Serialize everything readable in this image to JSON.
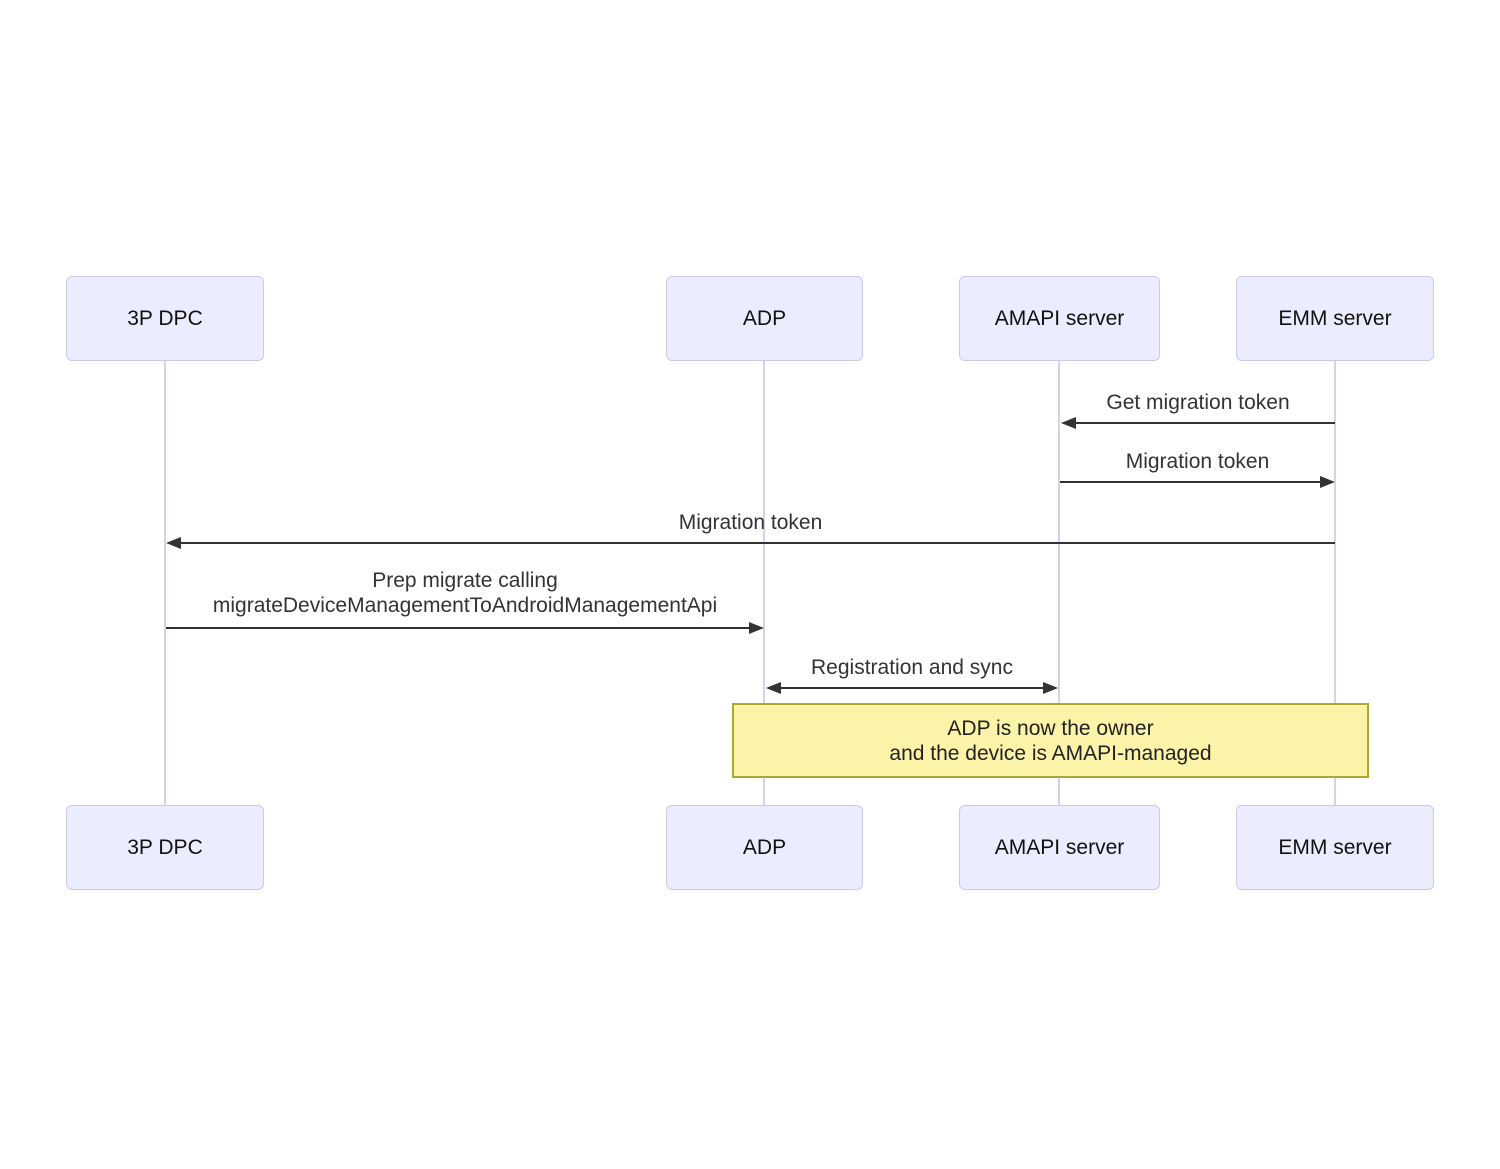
{
  "diagram": {
    "type": "sequence",
    "actors": [
      {
        "id": "3p-dpc",
        "label": "3P DPC"
      },
      {
        "id": "adp",
        "label": "ADP"
      },
      {
        "id": "amapi-server",
        "label": "AMAPI server"
      },
      {
        "id": "emm-server",
        "label": "EMM server"
      }
    ],
    "messages": [
      {
        "from": "EMM server",
        "to": "AMAPI server",
        "direction": "left",
        "lines": [
          "Get migration token"
        ]
      },
      {
        "from": "AMAPI server",
        "to": "EMM server",
        "direction": "right",
        "lines": [
          "Migration token"
        ]
      },
      {
        "from": "EMM server",
        "to": "3P DPC",
        "direction": "left",
        "lines": [
          "Migration token"
        ]
      },
      {
        "from": "3P DPC",
        "to": "ADP",
        "direction": "right",
        "lines": [
          "Prep migrate calling",
          "migrateDeviceManagementToAndroidManagementApi"
        ]
      },
      {
        "from": "ADP",
        "to": "AMAPI server",
        "direction": "both",
        "lines": [
          "Registration and sync"
        ]
      }
    ],
    "note": {
      "span": [
        "ADP",
        "EMM server"
      ],
      "lines": [
        "ADP is now the owner",
        "and the device is AMAPI-managed"
      ]
    },
    "colors": {
      "background": "#FFFFFF",
      "actor_fill": "#ECECFF",
      "actor_border": "#CFC6EC",
      "actor_text": "#111111",
      "lifeline": "#D8D0F0",
      "arrow": "#333333",
      "message_text": "#333333",
      "note_fill": "#FAF3A8",
      "note_border": "#AAAA33",
      "note_text": "#222222"
    }
  }
}
